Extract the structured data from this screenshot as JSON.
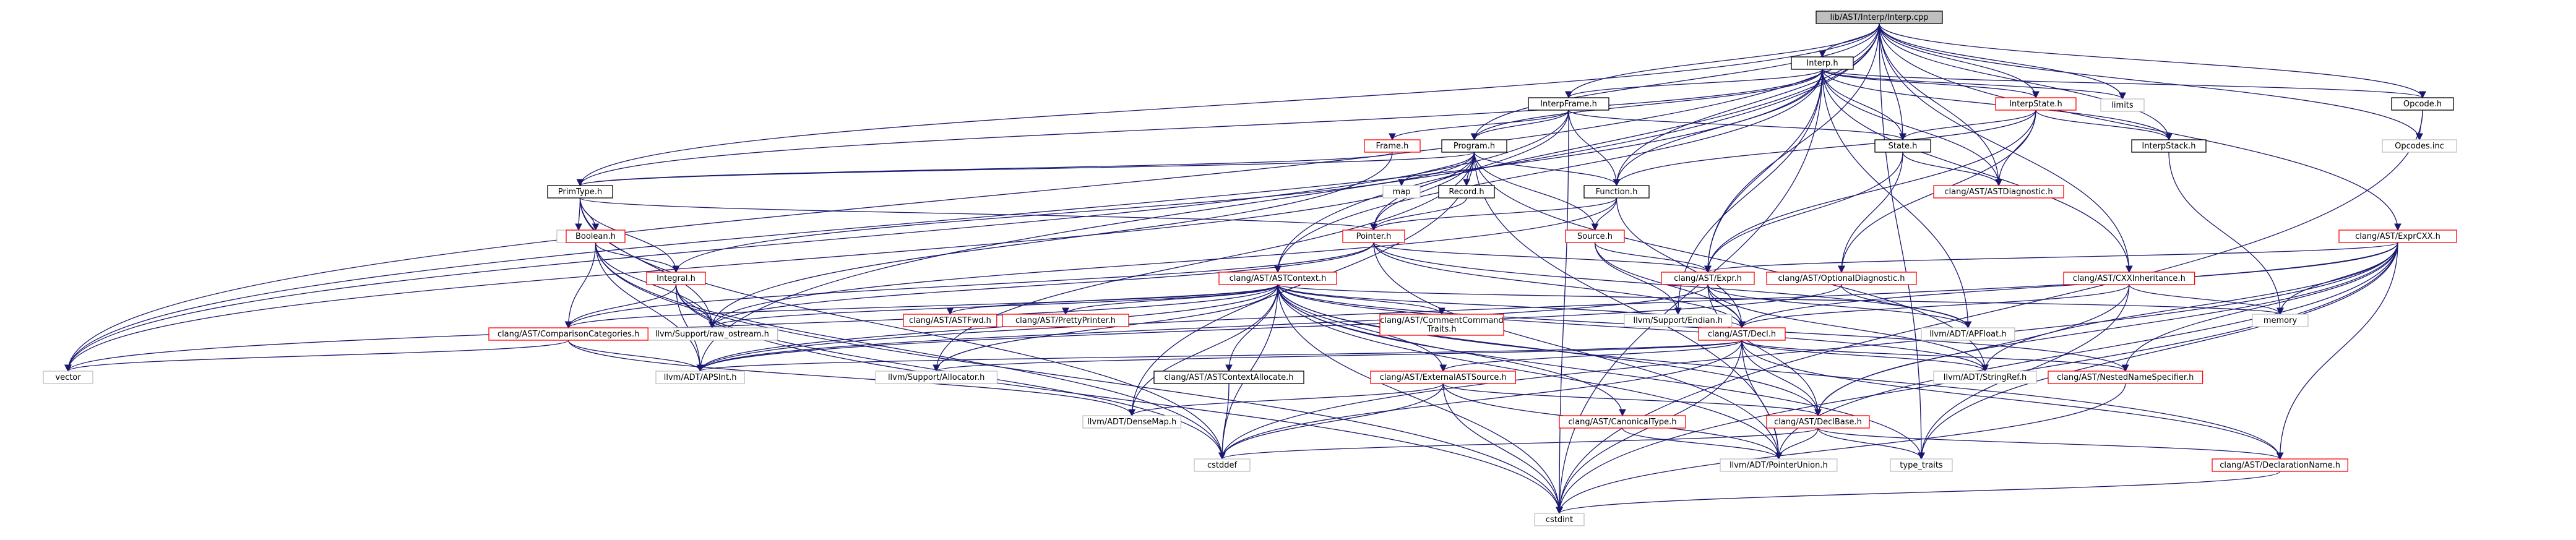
{
  "graph": {
    "colors": {
      "edge": "#191970",
      "plain_border": "#000000",
      "red_border": "#ff0000",
      "grey_border": "#bfbfbf",
      "root_fill": "#bfbfbf"
    },
    "nodes": [
      {
        "id": "root",
        "lines": [
          "lib/AST/Interp/Interp.cpp"
        ],
        "style": "root"
      },
      {
        "id": "interp",
        "lines": [
          "Interp.h"
        ],
        "style": "plain"
      },
      {
        "id": "interpframe",
        "lines": [
          "InterpFrame.h"
        ],
        "style": "plain"
      },
      {
        "id": "interpstate",
        "lines": [
          "InterpState.h"
        ],
        "style": "red"
      },
      {
        "id": "limits",
        "lines": [
          "limits"
        ],
        "style": "grey"
      },
      {
        "id": "opcode",
        "lines": [
          "Opcode.h"
        ],
        "style": "plain"
      },
      {
        "id": "frame",
        "lines": [
          "Frame.h"
        ],
        "style": "red"
      },
      {
        "id": "program",
        "lines": [
          "Program.h"
        ],
        "style": "plain"
      },
      {
        "id": "state",
        "lines": [
          "State.h"
        ],
        "style": "plain"
      },
      {
        "id": "interpstack",
        "lines": [
          "InterpStack.h"
        ],
        "style": "plain"
      },
      {
        "id": "opcodesinc",
        "lines": [
          "Opcodes.inc"
        ],
        "style": "grey"
      },
      {
        "id": "exprcxx",
        "lines": [
          "clang/AST/ExprCXX.h"
        ],
        "style": "red"
      },
      {
        "id": "primtype",
        "lines": [
          "PrimType.h"
        ],
        "style": "plain"
      },
      {
        "id": "map",
        "lines": [
          "map"
        ],
        "style": "grey"
      },
      {
        "id": "record",
        "lines": [
          "Record.h"
        ],
        "style": "plain"
      },
      {
        "id": "function",
        "lines": [
          "Function.h"
        ],
        "style": "plain"
      },
      {
        "id": "astdiagnostic",
        "lines": [
          "clang/AST/ASTDiagnostic.h"
        ],
        "style": "red"
      },
      {
        "id": "climits",
        "lines": [
          "climits"
        ],
        "style": "grey"
      },
      {
        "id": "boolean",
        "lines": [
          "Boolean.h"
        ],
        "style": "red"
      },
      {
        "id": "pointer",
        "lines": [
          "Pointer.h"
        ],
        "style": "red"
      },
      {
        "id": "source",
        "lines": [
          "Source.h"
        ],
        "style": "red"
      },
      {
        "id": "expr",
        "lines": [
          "clang/AST/Expr.h"
        ],
        "style": "red"
      },
      {
        "id": "cxxinheritance",
        "lines": [
          "clang/AST/CXXInheritance.h"
        ],
        "style": "red"
      },
      {
        "id": "integral",
        "lines": [
          "Integral.h"
        ],
        "style": "red"
      },
      {
        "id": "astcontext",
        "lines": [
          "clang/AST/ASTContext.h"
        ],
        "style": "red"
      },
      {
        "id": "endian",
        "lines": [
          "llvm/Support/Endian.h"
        ],
        "style": "grey"
      },
      {
        "id": "optionaldiagnostic",
        "lines": [
          "clang/AST/OptionalDiagnostic.h"
        ],
        "style": "red"
      },
      {
        "id": "memory",
        "lines": [
          "memory"
        ],
        "style": "grey"
      },
      {
        "id": "rawostream",
        "lines": [
          "llvm/Support/raw_ostream.h"
        ],
        "style": "grey"
      },
      {
        "id": "comparisoncategories",
        "lines": [
          "clang/AST/ComparisonCategories.h"
        ],
        "style": "red"
      },
      {
        "id": "astfwd",
        "lines": [
          "clang/AST/ASTFwd.h"
        ],
        "style": "red"
      },
      {
        "id": "prettyprinter",
        "lines": [
          "clang/AST/PrettyPrinter.h"
        ],
        "style": "red"
      },
      {
        "id": "commandtraits",
        "lines": [
          "clang/AST/CommentCommand",
          "Traits.h"
        ],
        "style": "red"
      },
      {
        "id": "decl",
        "lines": [
          "clang/AST/Decl.h"
        ],
        "style": "red"
      },
      {
        "id": "apfloat",
        "lines": [
          "llvm/ADT/APFloat.h"
        ],
        "style": "grey"
      },
      {
        "id": "vector",
        "lines": [
          "vector"
        ],
        "style": "grey"
      },
      {
        "id": "apsint",
        "lines": [
          "llvm/ADT/APSInt.h"
        ],
        "style": "grey"
      },
      {
        "id": "allocator",
        "lines": [
          "llvm/Support/Allocator.h"
        ],
        "style": "grey"
      },
      {
        "id": "astcontextallocate",
        "lines": [
          "clang/AST/ASTContextAllocate.h"
        ],
        "style": "plain"
      },
      {
        "id": "externalastsource",
        "lines": [
          "clang/AST/ExternalASTSource.h"
        ],
        "style": "red"
      },
      {
        "id": "stringref",
        "lines": [
          "llvm/ADT/StringRef.h"
        ],
        "style": "grey"
      },
      {
        "id": "nestednamespecifier",
        "lines": [
          "clang/AST/NestedNameSpecifier.h"
        ],
        "style": "red"
      },
      {
        "id": "canonicaltype",
        "lines": [
          "clang/AST/CanonicalType.h"
        ],
        "style": "red"
      },
      {
        "id": "densemap",
        "lines": [
          "llvm/ADT/DenseMap.h"
        ],
        "style": "grey"
      },
      {
        "id": "declbase",
        "lines": [
          "clang/AST/DeclBase.h"
        ],
        "style": "red"
      },
      {
        "id": "cstddef",
        "lines": [
          "cstddef"
        ],
        "style": "grey"
      },
      {
        "id": "pointerunion",
        "lines": [
          "llvm/ADT/PointerUnion.h"
        ],
        "style": "grey"
      },
      {
        "id": "typetraits",
        "lines": [
          "type_traits"
        ],
        "style": "grey"
      },
      {
        "id": "declarationname",
        "lines": [
          "clang/AST/DeclarationName.h"
        ],
        "style": "red"
      },
      {
        "id": "cstdint",
        "lines": [
          "cstdint"
        ],
        "style": "grey"
      }
    ],
    "edges": [
      [
        "root",
        "interp"
      ],
      [
        "root",
        "interpframe"
      ],
      [
        "root",
        "interpstate"
      ],
      [
        "root",
        "limits"
      ],
      [
        "root",
        "opcode"
      ],
      [
        "root",
        "program"
      ],
      [
        "root",
        "state"
      ],
      [
        "root",
        "interpstack"
      ],
      [
        "root",
        "opcodesinc"
      ],
      [
        "root",
        "exprcxx"
      ],
      [
        "root",
        "primtype"
      ],
      [
        "root",
        "function"
      ],
      [
        "root",
        "astdiagnostic"
      ],
      [
        "root",
        "expr"
      ],
      [
        "root",
        "cxxinheritance"
      ],
      [
        "root",
        "astcontext"
      ],
      [
        "root",
        "apsint"
      ],
      [
        "root",
        "vector"
      ],
      [
        "root",
        "typetraits"
      ],
      [
        "interp",
        "interpframe"
      ],
      [
        "interp",
        "interpstate"
      ],
      [
        "interp",
        "limits"
      ],
      [
        "interp",
        "opcode"
      ],
      [
        "interp",
        "program"
      ],
      [
        "interp",
        "state"
      ],
      [
        "interp",
        "interpstack"
      ],
      [
        "interp",
        "primtype"
      ],
      [
        "interp",
        "function"
      ],
      [
        "interp",
        "astdiagnostic"
      ],
      [
        "interp",
        "expr"
      ],
      [
        "interp",
        "cxxinheritance"
      ],
      [
        "interp",
        "astcontext"
      ],
      [
        "interp",
        "endian"
      ],
      [
        "interp",
        "apfloat"
      ],
      [
        "interp",
        "vector"
      ],
      [
        "interp",
        "cstdint"
      ],
      [
        "interpframe",
        "frame"
      ],
      [
        "interpframe",
        "program"
      ],
      [
        "interpframe",
        "state"
      ],
      [
        "interpframe",
        "pointer"
      ],
      [
        "interpframe",
        "function"
      ],
      [
        "interpframe",
        "vector"
      ],
      [
        "interpframe",
        "cstdint"
      ],
      [
        "interpstate",
        "state"
      ],
      [
        "interpstate",
        "interpstack"
      ],
      [
        "interpstate",
        "function"
      ],
      [
        "interpstate",
        "astdiagnostic"
      ],
      [
        "interpstate",
        "expr"
      ],
      [
        "interpstate",
        "optionaldiagnostic"
      ],
      [
        "opcode",
        "opcodesinc"
      ],
      [
        "opcode",
        "cstdint"
      ],
      [
        "frame",
        "primtype"
      ],
      [
        "frame",
        "rawostream"
      ],
      [
        "program",
        "primtype"
      ],
      [
        "program",
        "map"
      ],
      [
        "program",
        "record"
      ],
      [
        "program",
        "function"
      ],
      [
        "program",
        "pointer"
      ],
      [
        "program",
        "source"
      ],
      [
        "program",
        "integral"
      ],
      [
        "program",
        "vector"
      ],
      [
        "program",
        "densemap"
      ],
      [
        "program",
        "allocator"
      ],
      [
        "program",
        "stringref"
      ],
      [
        "program",
        "pointerunion"
      ],
      [
        "state",
        "astdiagnostic"
      ],
      [
        "state",
        "optionaldiagnostic"
      ],
      [
        "state",
        "expr"
      ],
      [
        "interpstack",
        "memory"
      ],
      [
        "exprcxx",
        "expr"
      ],
      [
        "exprcxx",
        "decl"
      ],
      [
        "exprcxx",
        "declbase"
      ],
      [
        "exprcxx",
        "declarationname"
      ],
      [
        "exprcxx",
        "nestednamespecifier"
      ],
      [
        "exprcxx",
        "memory"
      ],
      [
        "exprcxx",
        "apsint"
      ],
      [
        "exprcxx",
        "stringref"
      ],
      [
        "exprcxx",
        "pointerunion"
      ],
      [
        "exprcxx",
        "typetraits"
      ],
      [
        "exprcxx",
        "cstddef"
      ],
      [
        "exprcxx",
        "cstdint"
      ],
      [
        "primtype",
        "climits"
      ],
      [
        "primtype",
        "boolean"
      ],
      [
        "primtype",
        "integral"
      ],
      [
        "primtype",
        "pointer"
      ],
      [
        "primtype",
        "cstddef"
      ],
      [
        "primtype",
        "rawostream"
      ],
      [
        "record",
        "pointer"
      ],
      [
        "function",
        "pointer"
      ],
      [
        "function",
        "source"
      ],
      [
        "function",
        "decl"
      ],
      [
        "function",
        "rawostream"
      ],
      [
        "boolean",
        "integral"
      ],
      [
        "boolean",
        "comparisoncategories"
      ],
      [
        "boolean",
        "rawostream"
      ],
      [
        "boolean",
        "apsint"
      ],
      [
        "boolean",
        "cstddef"
      ],
      [
        "boolean",
        "cstdint"
      ],
      [
        "pointer",
        "expr"
      ],
      [
        "pointer",
        "decl"
      ],
      [
        "pointer",
        "comparisoncategories"
      ],
      [
        "pointer",
        "rawostream"
      ],
      [
        "pointer",
        "pointerunion"
      ],
      [
        "pointer",
        "apfloat"
      ],
      [
        "source",
        "decl"
      ],
      [
        "source",
        "expr"
      ],
      [
        "source",
        "endian"
      ],
      [
        "expr",
        "decl"
      ],
      [
        "expr",
        "apfloat"
      ],
      [
        "expr",
        "apsint"
      ],
      [
        "expr",
        "stringref"
      ],
      [
        "expr",
        "declbase"
      ],
      [
        "cxxinheritance",
        "decl"
      ],
      [
        "cxxinheritance",
        "declbase"
      ],
      [
        "cxxinheritance",
        "memory"
      ],
      [
        "cxxinheritance",
        "typetraits"
      ],
      [
        "integral",
        "comparisoncategories"
      ],
      [
        "integral",
        "rawostream"
      ],
      [
        "integral",
        "apsint"
      ],
      [
        "integral",
        "cstddef"
      ],
      [
        "integral",
        "cstdint"
      ],
      [
        "astcontext",
        "astfwd"
      ],
      [
        "astcontext",
        "prettyprinter"
      ],
      [
        "astcontext",
        "commandtraits"
      ],
      [
        "astcontext",
        "decl"
      ],
      [
        "astcontext",
        "comparisoncategories"
      ],
      [
        "astcontext",
        "rawostream"
      ],
      [
        "astcontext",
        "vector"
      ],
      [
        "astcontext",
        "apsint"
      ],
      [
        "astcontext",
        "allocator"
      ],
      [
        "astcontext",
        "astcontextallocate"
      ],
      [
        "astcontext",
        "externalastsource"
      ],
      [
        "astcontext",
        "stringref"
      ],
      [
        "astcontext",
        "nestednamespecifier"
      ],
      [
        "astcontext",
        "canonicaltype"
      ],
      [
        "astcontext",
        "densemap"
      ],
      [
        "astcontext",
        "declbase"
      ],
      [
        "astcontext",
        "cstddef"
      ],
      [
        "astcontext",
        "pointerunion"
      ],
      [
        "astcontext",
        "typetraits"
      ],
      [
        "astcontext",
        "declarationname"
      ],
      [
        "astcontext",
        "cstdint"
      ],
      [
        "astcontext",
        "memory"
      ],
      [
        "optionaldiagnostic",
        "apfloat"
      ],
      [
        "optionaldiagnostic",
        "apsint"
      ],
      [
        "comparisoncategories",
        "apsint"
      ],
      [
        "comparisoncategories",
        "densemap"
      ],
      [
        "comparisoncategories",
        "vector"
      ],
      [
        "decl",
        "apsint"
      ],
      [
        "decl",
        "stringref"
      ],
      [
        "decl",
        "nestednamespecifier"
      ],
      [
        "decl",
        "declbase"
      ],
      [
        "decl",
        "declarationname"
      ],
      [
        "decl",
        "externalastsource"
      ],
      [
        "decl",
        "pointerunion"
      ],
      [
        "decl",
        "cstddef"
      ],
      [
        "decl",
        "cstdint"
      ],
      [
        "decl",
        "allocator"
      ],
      [
        "astcontextallocate",
        "cstddef"
      ],
      [
        "externalastsource",
        "declbase"
      ],
      [
        "externalastsource",
        "densemap"
      ],
      [
        "externalastsource",
        "pointerunion"
      ],
      [
        "externalastsource",
        "cstddef"
      ],
      [
        "externalastsource",
        "cstdint"
      ],
      [
        "nestednamespecifier",
        "cstdint"
      ],
      [
        "canonicaltype",
        "pointerunion"
      ],
      [
        "declbase",
        "pointerunion"
      ],
      [
        "declbase",
        "declarationname"
      ],
      [
        "declbase",
        "typetraits"
      ],
      [
        "declbase",
        "cstddef"
      ],
      [
        "declarationname",
        "cstdint"
      ]
    ]
  }
}
